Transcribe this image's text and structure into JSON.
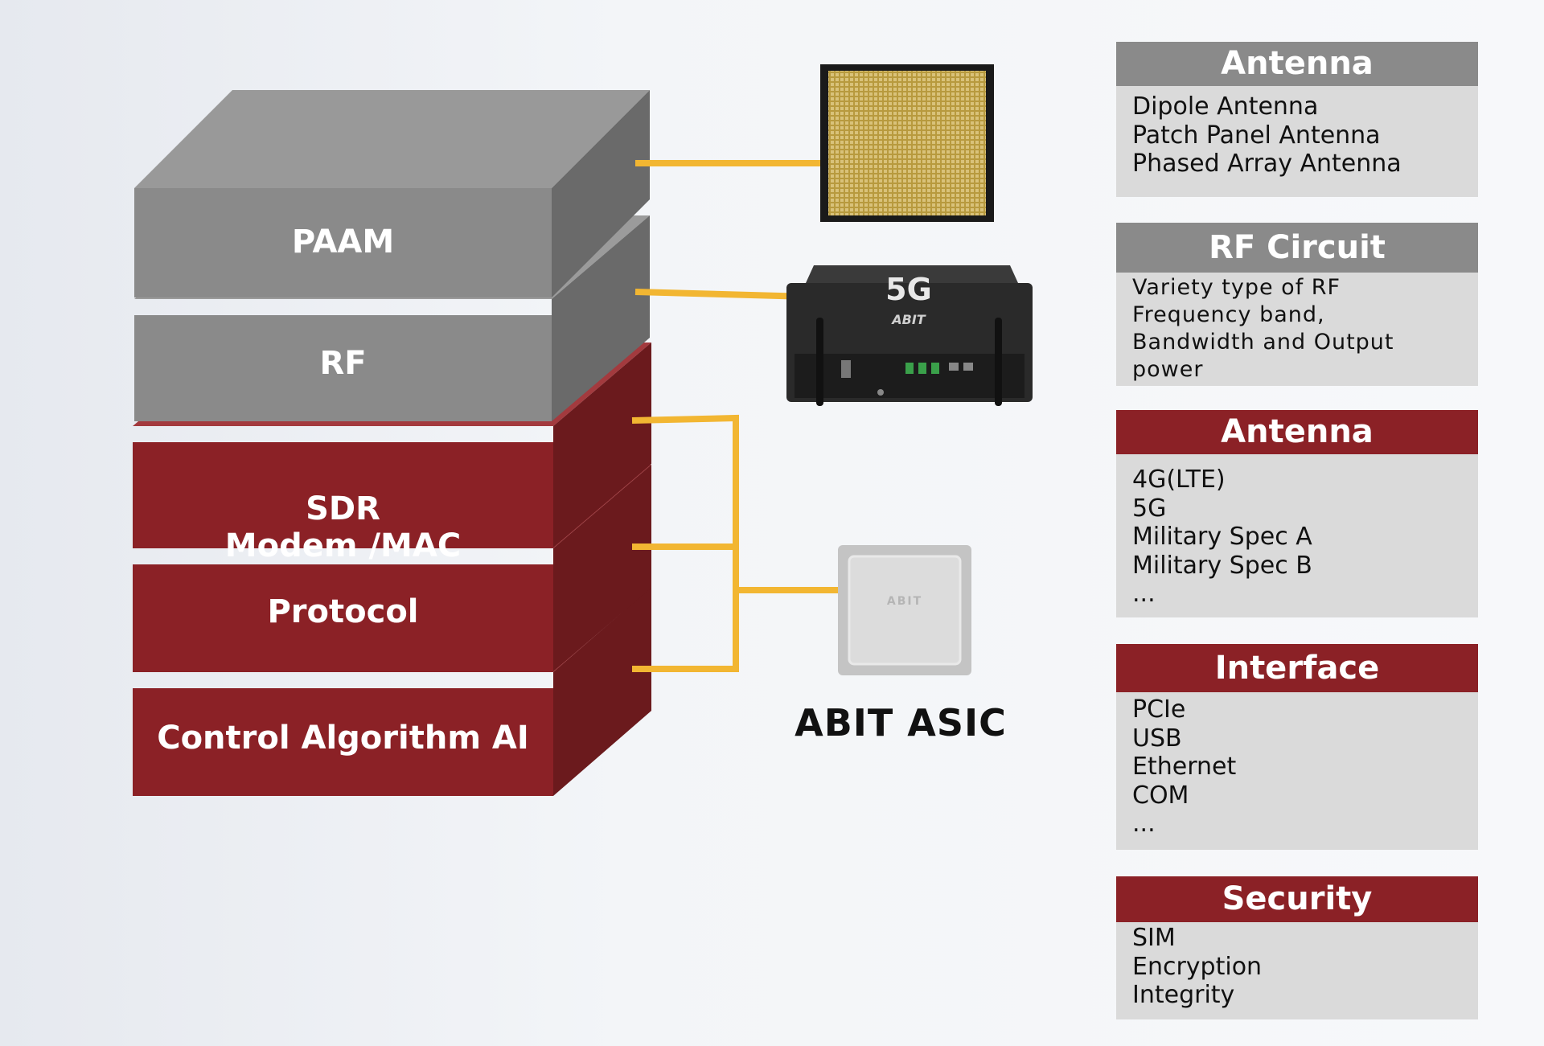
{
  "stack": {
    "layers": [
      {
        "label": "PAAM",
        "color": "gray"
      },
      {
        "label": "RF",
        "color": "gray"
      },
      {
        "label": "SDR\nModem /MAC",
        "color": "red"
      },
      {
        "label": "Protocol",
        "color": "red"
      },
      {
        "label": "Control Algorithm AI",
        "color": "red"
      }
    ]
  },
  "devices": {
    "antenna_panel": {
      "icon": "phased-array-antenna-panel"
    },
    "rf_unit": {
      "icon": "5g-radio-unit",
      "badge": "5G",
      "brand": "ABIT"
    },
    "asic": {
      "icon": "asic-chip",
      "chip_text": "ABIT",
      "caption": "ABIT ASIC"
    }
  },
  "info_boxes": [
    {
      "title": "Antenna",
      "color": "gray",
      "items": [
        "Dipole Antenna",
        "Patch Panel Antenna",
        "Phased Array Antenna"
      ]
    },
    {
      "title": "RF Circuit",
      "color": "gray",
      "items": [
        "Variety type of RF",
        "Frequency band,",
        "Bandwidth and Output",
        "power"
      ]
    },
    {
      "title": "Antenna",
      "color": "red",
      "items": [
        "4G(LTE)",
        "5G",
        "Military Spec A",
        "Military Spec B",
        "..."
      ]
    },
    {
      "title": "Interface",
      "color": "red",
      "items": [
        "PCIe",
        "USB",
        "Ethernet",
        "COM",
        "..."
      ]
    },
    {
      "title": "Security",
      "color": "red",
      "items": [
        "SIM",
        "Encryption",
        "Integrity"
      ]
    }
  ],
  "colors": {
    "gray_front": "#8a8a8a",
    "gray_top": "#9b9b9b",
    "gray_side": "#6a6a6a",
    "red_front": "#8b2126",
    "red_top": "#a33a3e",
    "red_side": "#6b1a1d",
    "connector": "#f2b632"
  }
}
